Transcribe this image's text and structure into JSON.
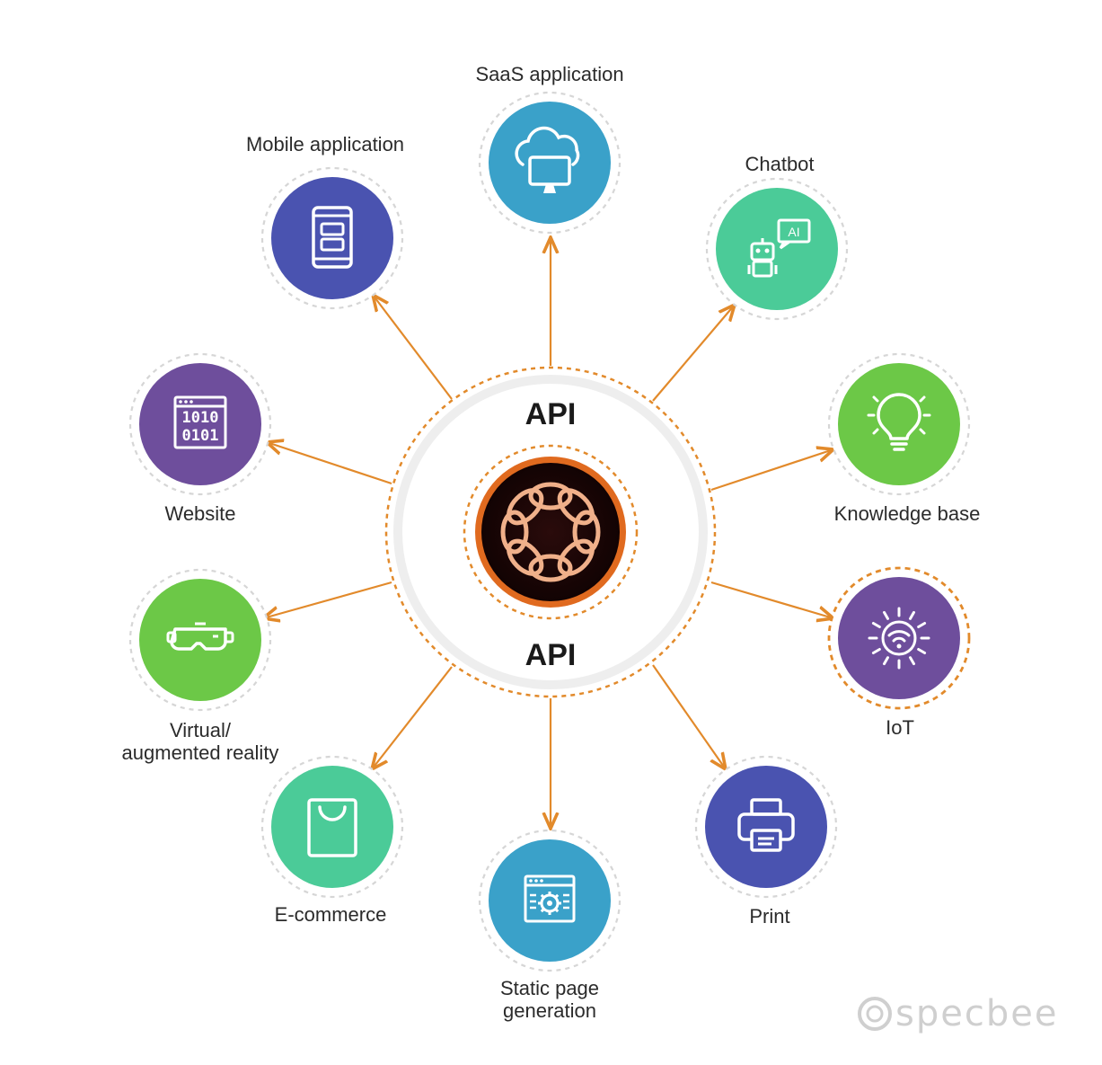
{
  "hub": {
    "label_top": "API",
    "label_bottom": "API"
  },
  "colors": {
    "arrow": "#e28a2b",
    "blue_violet": "#4a53b0",
    "sky_blue": "#3aa1c9",
    "mint": "#4bcb98",
    "lime": "#6cc847",
    "purple": "#6e4e9c",
    "hub_core": "#1b0707",
    "hub_ring": "#e06a1f"
  },
  "nodes": [
    {
      "id": "saas",
      "label": [
        "SaaS application"
      ],
      "icon": "cloud-monitor-icon",
      "color": "#3aa1c9"
    },
    {
      "id": "chatbot",
      "label": [
        "Chatbot"
      ],
      "icon": "robot-ai-icon",
      "color": "#4bcb98"
    },
    {
      "id": "knowledge",
      "label": [
        "Knowledge base"
      ],
      "icon": "lightbulb-icon",
      "color": "#6cc847"
    },
    {
      "id": "iot",
      "label": [
        "IoT"
      ],
      "icon": "wifi-sun-icon",
      "color": "#6e4e9c"
    },
    {
      "id": "print",
      "label": [
        "Print"
      ],
      "icon": "printer-icon",
      "color": "#4a53b0"
    },
    {
      "id": "static",
      "label": [
        "Static page",
        "generation"
      ],
      "icon": "browser-gear-icon",
      "color": "#3aa1c9"
    },
    {
      "id": "ecommerce",
      "label": [
        "E-commerce"
      ],
      "icon": "shopping-bag-icon",
      "color": "#4bcb98"
    },
    {
      "id": "vr",
      "label": [
        "Virtual/",
        "augmented reality"
      ],
      "icon": "vr-headset-icon",
      "color": "#6cc847"
    },
    {
      "id": "website",
      "label": [
        "Website"
      ],
      "icon": "binary-browser-icon",
      "color": "#6e4e9c"
    },
    {
      "id": "mobile",
      "label": [
        "Mobile application"
      ],
      "icon": "mobile-phone-icon",
      "color": "#4a53b0"
    }
  ],
  "brand": {
    "text": "specbee",
    "icon": "specbee-logo-icon"
  }
}
